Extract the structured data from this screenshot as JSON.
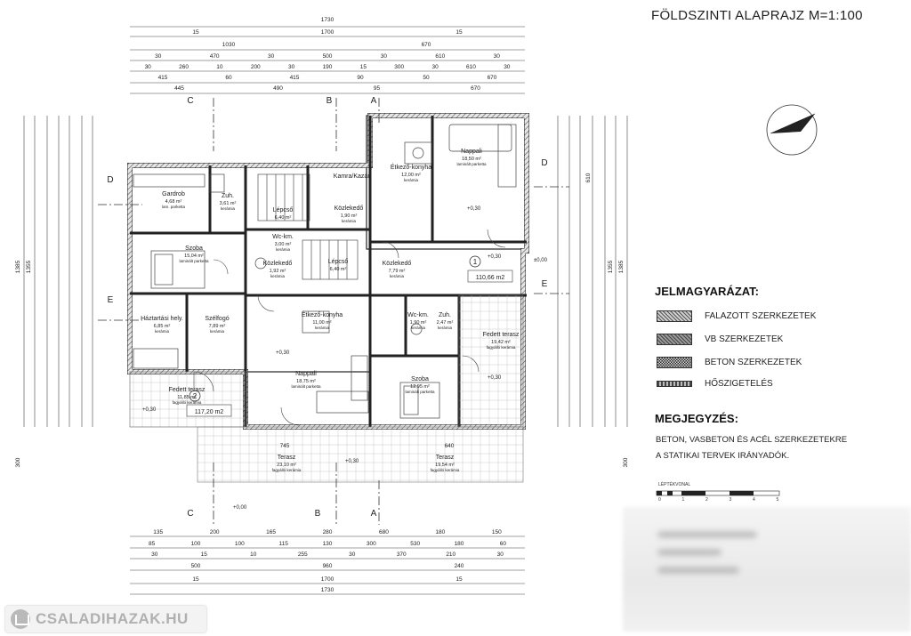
{
  "title": "FÖLDSZINTI ALAPRAJZ   M=1:100",
  "legend": {
    "title": "JELMAGYARÁZAT:",
    "items": [
      {
        "label": "FALAZOTT SZERKEZETEK"
      },
      {
        "label": "VB SZERKEZETEK"
      },
      {
        "label": "BETON SZERKEZETEK"
      },
      {
        "label": "HŐSZIGETELÉS"
      }
    ]
  },
  "note": {
    "title": "MEGJEGYZÉS:",
    "lines": [
      "BETON, VASBETON ÉS ACÉL SZERKEZETEKRE",
      "A STATIKAI TERVEK IRÁNYADÓK."
    ]
  },
  "scale_bar": {
    "label": "LÉPTÉKVONAL",
    "ticks": [
      "0",
      "1",
      "2",
      "3",
      "4",
      "5"
    ]
  },
  "logo": {
    "text": "CSALADIHAZAK.HU"
  },
  "dimensions": {
    "top": [
      [
        "1730"
      ],
      [
        "15",
        "1700",
        "15"
      ],
      [
        "1030",
        "670"
      ],
      [
        "30",
        "470",
        "30",
        "500",
        "30",
        "610",
        "30"
      ],
      [
        "30",
        "260",
        "10",
        "200",
        "30",
        "190",
        "15",
        "300",
        "30",
        "610",
        "30"
      ],
      [
        "415",
        "60",
        "415",
        "90",
        "50",
        "670"
      ],
      [
        "445",
        "490",
        "95",
        "670"
      ]
    ],
    "bottom": [
      [
        "135",
        "200",
        "165",
        "280",
        "680",
        "180",
        "150"
      ],
      [
        "85",
        "100",
        "100",
        "115",
        "130",
        "300",
        "530",
        "180",
        "60"
      ],
      [
        "30",
        "15",
        "10",
        "255",
        "30",
        "370",
        "210",
        "30"
      ],
      [
        "500",
        "960",
        "240"
      ],
      [
        "15",
        "1700",
        "15"
      ],
      [
        "1730"
      ]
    ],
    "left_totals": [
      "1385",
      "1355"
    ],
    "right_totals": [
      "1385",
      "1355",
      "610"
    ],
    "mid": [
      "745",
      "640",
      "300",
      "300"
    ]
  },
  "rooms": [
    {
      "name": "Gardrob",
      "area": "4,68 m²",
      "floor": "lam. parketta"
    },
    {
      "name": "Zuh.",
      "area": "3,61 m²",
      "floor": "kerámia"
    },
    {
      "name": "Lépcső",
      "area": "6,40 m²",
      "floor": ""
    },
    {
      "name": "Kamra/Kazán",
      "area": "",
      "floor": ""
    },
    {
      "name": "Közlekedő",
      "area": "1,90 m²",
      "floor": "kerámia"
    },
    {
      "name": "Étkező-konyha",
      "area": "12,00 m²",
      "floor": "kerámia"
    },
    {
      "name": "Nappali",
      "area": "18,50 m²",
      "floor": "laminált parketta"
    },
    {
      "name": "Szoba",
      "area": "15,04 m²",
      "floor": "laminált parketta"
    },
    {
      "name": "Wc-km.",
      "area": "3,00 m²",
      "floor": "kerámia"
    },
    {
      "name": "Közlekedő",
      "area": "1,92 m²",
      "floor": "kerámia"
    },
    {
      "name": "Lépcső",
      "area": "6,40 m²",
      "floor": ""
    },
    {
      "name": "Közlekedő",
      "area": "7,79 m²",
      "floor": "kerámia"
    },
    {
      "name": "Háztartási hely.",
      "area": "6,85 m²",
      "floor": "kerámia"
    },
    {
      "name": "Szélfogó",
      "area": "7,89 m²",
      "floor": "kerámia"
    },
    {
      "name": "Étkező-konyha",
      "area": "11,00 m²",
      "floor": "kerámia"
    },
    {
      "name": "Wc-km.",
      "area": "1,90 m²",
      "floor": "kerámia"
    },
    {
      "name": "Zuh.",
      "area": "2,47 m²",
      "floor": "kerámia"
    },
    {
      "name": "Nappali",
      "area": "18,75 m²",
      "floor": "laminált parketta"
    },
    {
      "name": "Szoba",
      "area": "12,95 m²",
      "floor": "laminált parketta"
    },
    {
      "name": "Fedett terasz",
      "area": "11,85 m²",
      "floor": "fagyálló kerámia"
    },
    {
      "name": "Fedett terasz",
      "area": "19,42 m²",
      "floor": "fagyálló kerámia"
    },
    {
      "name": "Terasz",
      "area": "23,10 m²",
      "floor": "fagyálló kerámia"
    },
    {
      "name": "Terasz",
      "area": "19,54 m²",
      "floor": "fagyálló kerámia"
    }
  ],
  "unit_totals": [
    {
      "number": "1",
      "area": "110,66 m2"
    },
    {
      "number": "2",
      "area": "117,20 m2"
    }
  ],
  "level_marks": [
    "+0,30",
    "+0,00",
    "±0,00"
  ],
  "section_marks": [
    "C",
    "B",
    "A",
    "D",
    "E"
  ]
}
